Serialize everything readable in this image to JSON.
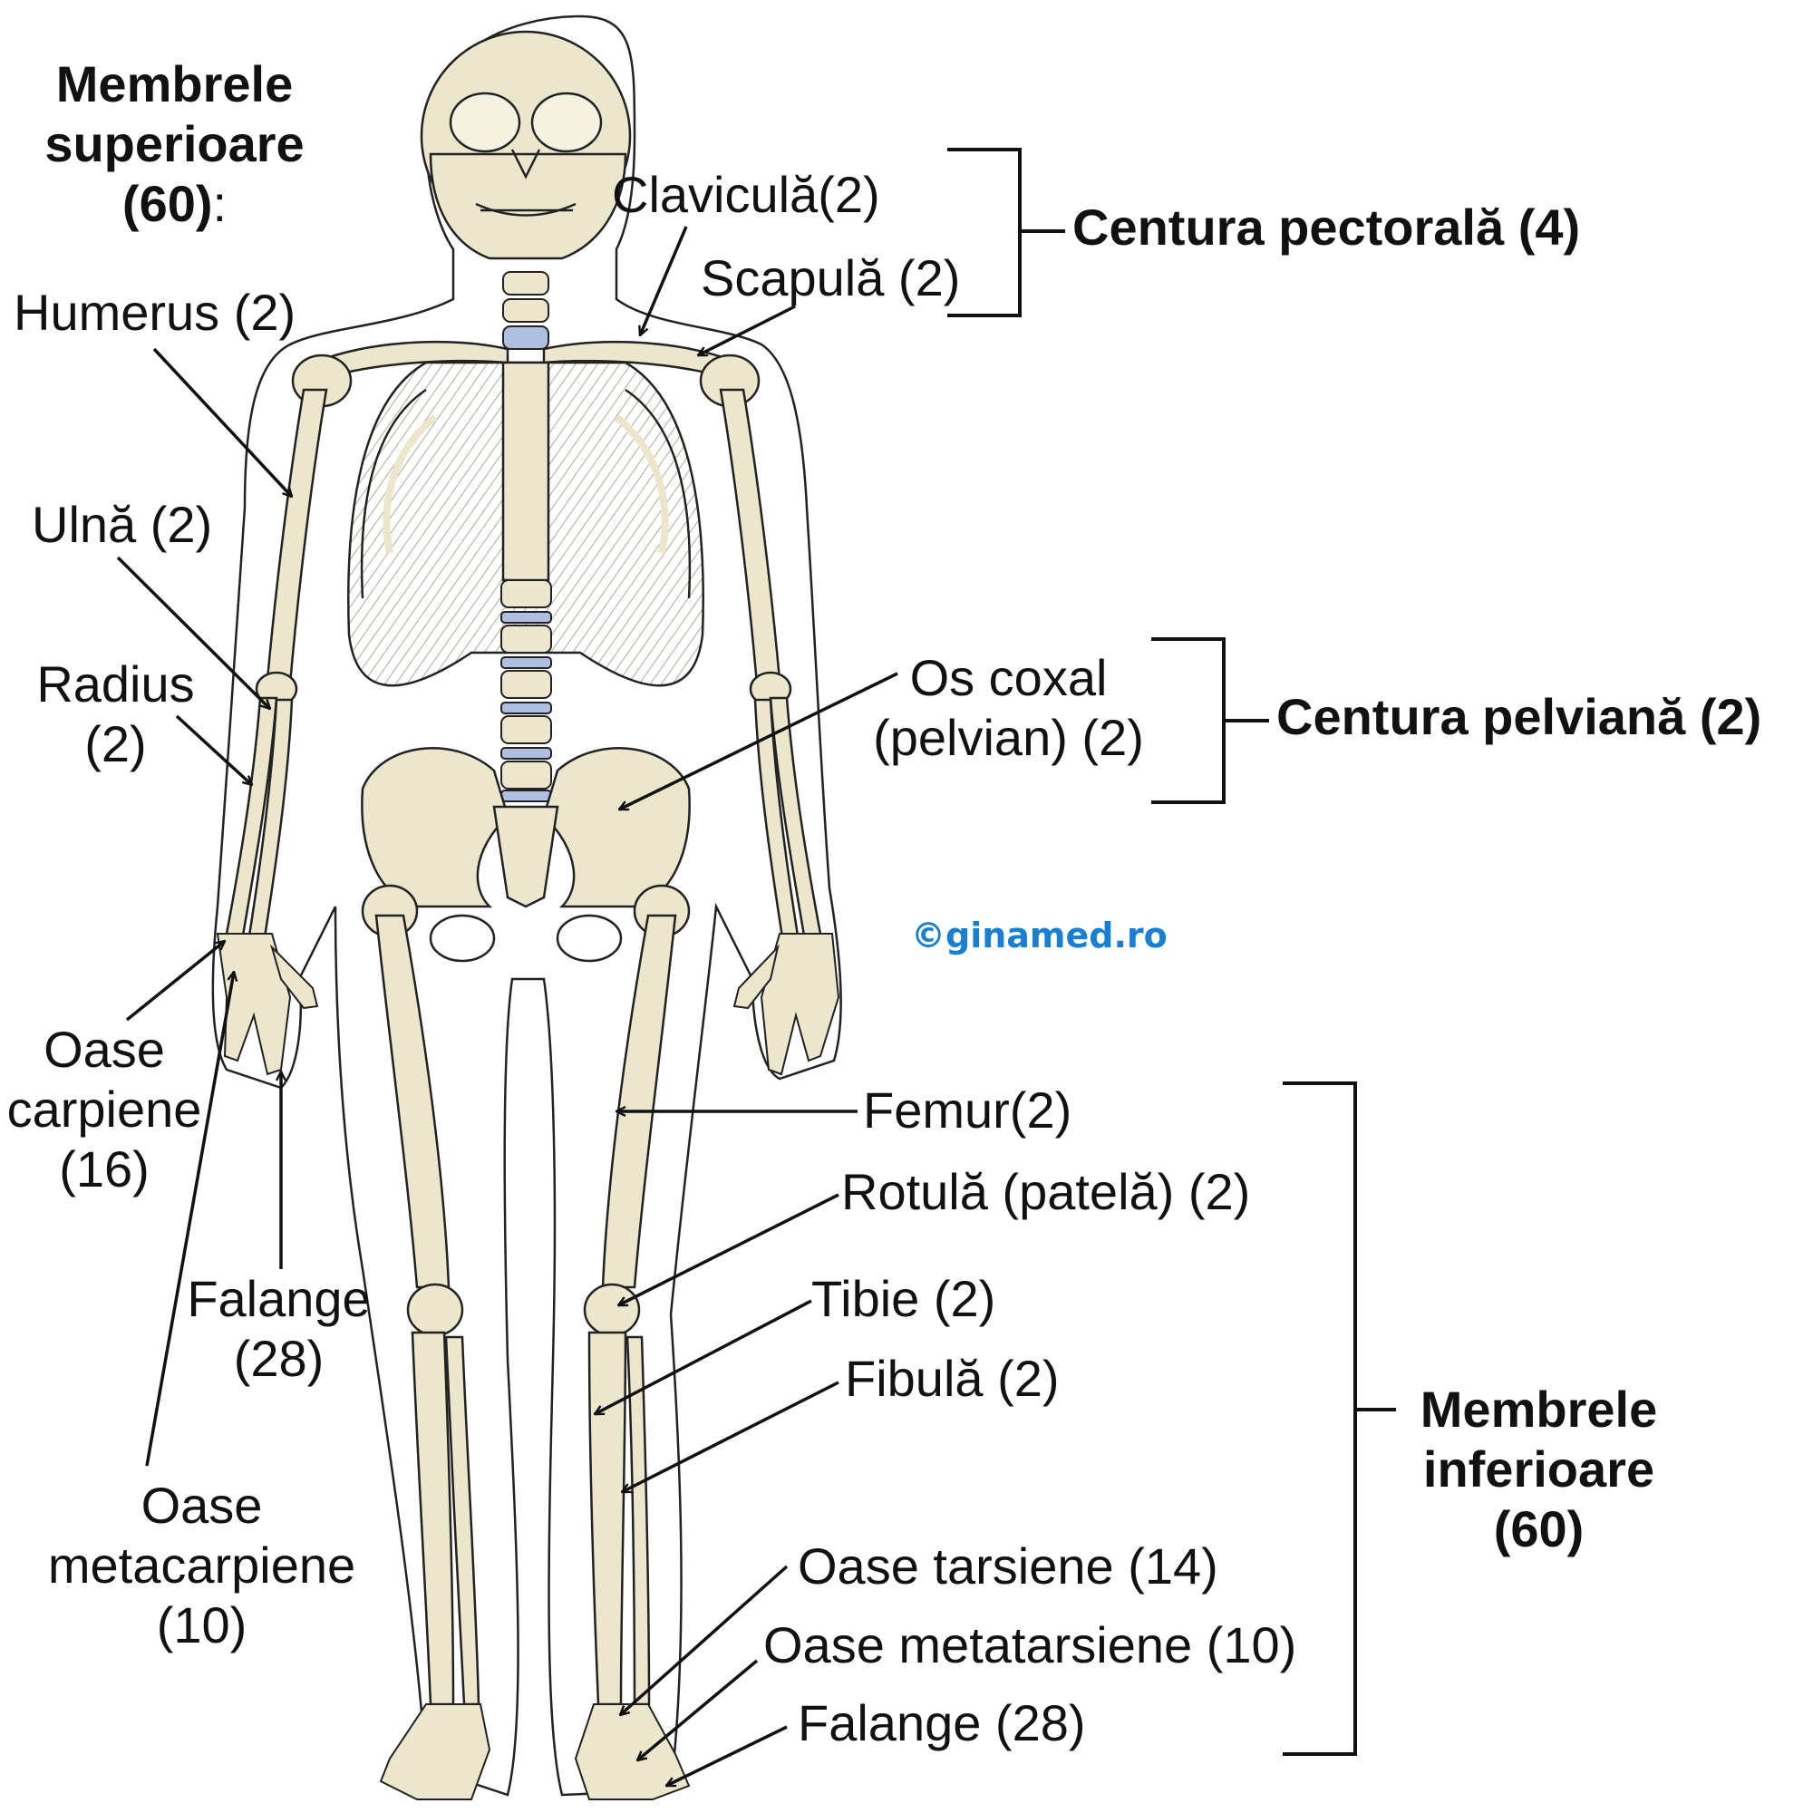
{
  "colors": {
    "bone": "#ece6cc",
    "disc": "#aebfdf",
    "outline": "#222222",
    "watermark": "#1a7fd0"
  },
  "upper": {
    "title_line1": "Membrele",
    "title_line2": "superioare",
    "title_count": "(60)",
    "title_colon": ":"
  },
  "labels": {
    "humerus": "Humerus (2)",
    "ulna": "Ulnă (2)",
    "radius_1": "Radius",
    "radius_2": "(2)",
    "carpiene_1": "Oase",
    "carpiene_2": "carpiene",
    "carpiene_3": "(16)",
    "falange_hand_1": "Falange",
    "falange_hand_2": "(28)",
    "metacarpiene_1": "Oase",
    "metacarpiene_2": "metacarpiene",
    "metacarpiene_3": "(10)",
    "clavicula": "Claviculă(2)",
    "scapula": "Scapulă (2)",
    "os_coxal_1": "Os coxal",
    "os_coxal_2": "(pelvian) (2)",
    "femur": "Femur(2)",
    "rotula": "Rotulă (patelă) (2)",
    "tibie": "Tibie (2)",
    "fibula": "Fibulă (2)",
    "tarsiene": "Oase tarsiene (14)",
    "metatarsiene": "Oase metatarsiene (10)",
    "falange_foot": "Falange (28)"
  },
  "groups": {
    "pectoral": "Centura pectorală (4)",
    "pelvic": "Centura pelviană (2)",
    "lower_1": "Membrele",
    "lower_2": "inferioare",
    "lower_3": "(60)"
  },
  "watermark": "©ginamed.ro"
}
